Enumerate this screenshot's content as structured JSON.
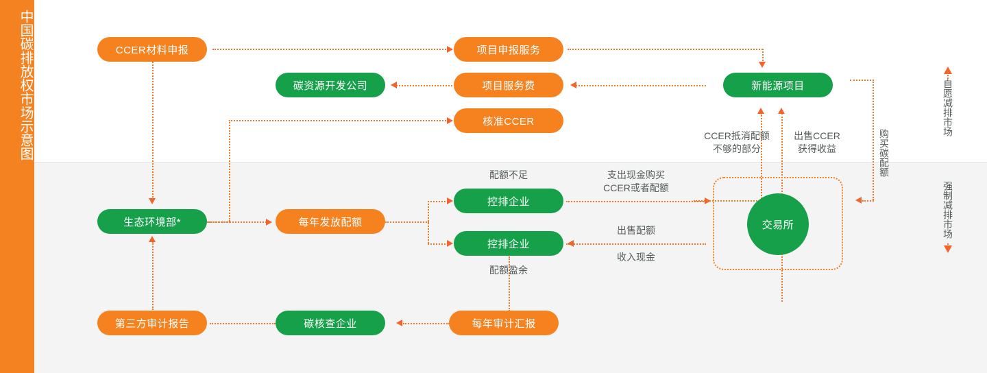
{
  "sidebar": {
    "title": "中国碳排放权市场示意图",
    "bg": "#f58220"
  },
  "colors": {
    "orange": "#f5821f",
    "green": "#17a04a",
    "connector": "#f0792b",
    "label": "#555b5b",
    "band_bottom": "#f4f4f4"
  },
  "legend": {
    "voluntary": "自愿减排市场",
    "compulsory": "强制减排市场",
    "up_arrow": "arrow-up-icon",
    "down_arrow": "arrow-down-icon"
  },
  "nodes": {
    "ccer_material": "CCER材料申报",
    "project_declare_service": "项目申报服务",
    "carbon_dev_company": "碳资源开发公司",
    "project_service_fee": "项目服务费",
    "approved_ccer": "核准CCER",
    "new_energy_project": "新能源项目",
    "moee": "生态环境部*",
    "annual_quota": "每年发放配额",
    "controlled_enterprise_1": "控排企业",
    "controlled_enterprise_2": "控排企业",
    "exchange": "交易所",
    "third_party_audit_report": "第三方审计报告",
    "carbon_verification_company": "碳核查企业",
    "annual_audit_report": "每年审计汇报"
  },
  "labels": {
    "ccer_offset_shortfall": "CCER抵消配额",
    "ccer_offset_shortfall_2": "不够的部分",
    "sell_ccer": "出售CCER",
    "sell_ccer_2": "获得收益",
    "buy_carbon_quota": "购买碳配额",
    "quota_shortage": "配额不足",
    "quota_surplus": "配额盈余",
    "spend_cash_buy": "支出现金购买",
    "spend_cash_buy_2": "CCER或者配额",
    "sell_quota": "出售配额",
    "receive_cash": "收入现金"
  }
}
